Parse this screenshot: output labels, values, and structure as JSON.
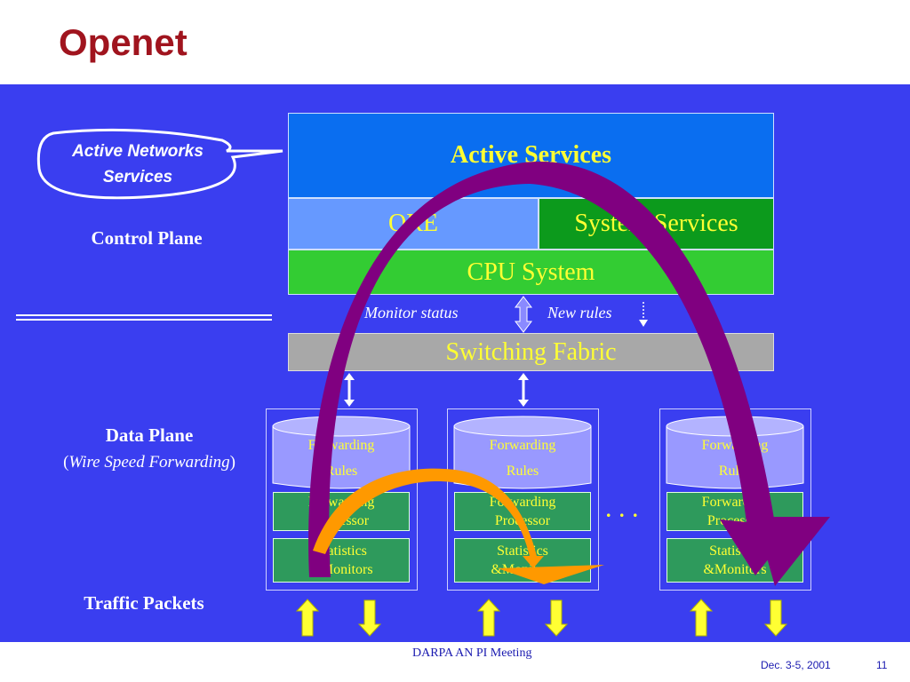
{
  "title": "Openet",
  "left": {
    "bubble_line1": "Active Networks",
    "bubble_line2": "Services",
    "control_plane": "Control Plane",
    "data_plane": "Data Plane",
    "wire_speed_open": "(",
    "wire_speed": "Wire Speed Forwarding",
    "wire_speed_close": ")",
    "traffic_packets": "Traffic Packets"
  },
  "stack": {
    "active_services": "Active Services",
    "ore": "ORE",
    "system_services": "System Services",
    "cpu_system": "CPU System",
    "monitor_status": "Monitor status",
    "new_rules": "New rules",
    "switching_fabric": "Switching Fabric"
  },
  "modules": [
    {
      "rules_line1": "Forwarding",
      "rules_line2": "Rules",
      "proc_line1": "Forwarding",
      "proc_line2": "Processor",
      "stats_line1": "Statistics",
      "stats_line2": "&Monitors"
    },
    {
      "rules_line1": "Forwarding",
      "rules_line2": "Rules",
      "proc_line1": "Forwarding",
      "proc_line2": "Processor",
      "stats_line1": "Statistics",
      "stats_line2": "&Monitors"
    },
    {
      "rules_line1": "Forwarding",
      "rules_line2": "Rules",
      "proc_line1": "Forwarding",
      "proc_line2": "Processor",
      "stats_line1": "Statistics",
      "stats_line2": "&Monitors"
    }
  ],
  "ellipsis": ". . .",
  "footer": {
    "meeting": "DARPA AN PI Meeting",
    "date": "Dec. 3-5,  2001",
    "page": "11"
  },
  "colors": {
    "panel": "#3a3ef0",
    "active_services": "#0a6ef0",
    "ore": "#6699ff",
    "system_services": "#0c9a1c",
    "cpu_system": "#33cc33",
    "switching_fabric": "#a8a8a8",
    "purple_arrow": "#800080",
    "orange_arrow": "#ff9900",
    "title": "#a0141e"
  }
}
